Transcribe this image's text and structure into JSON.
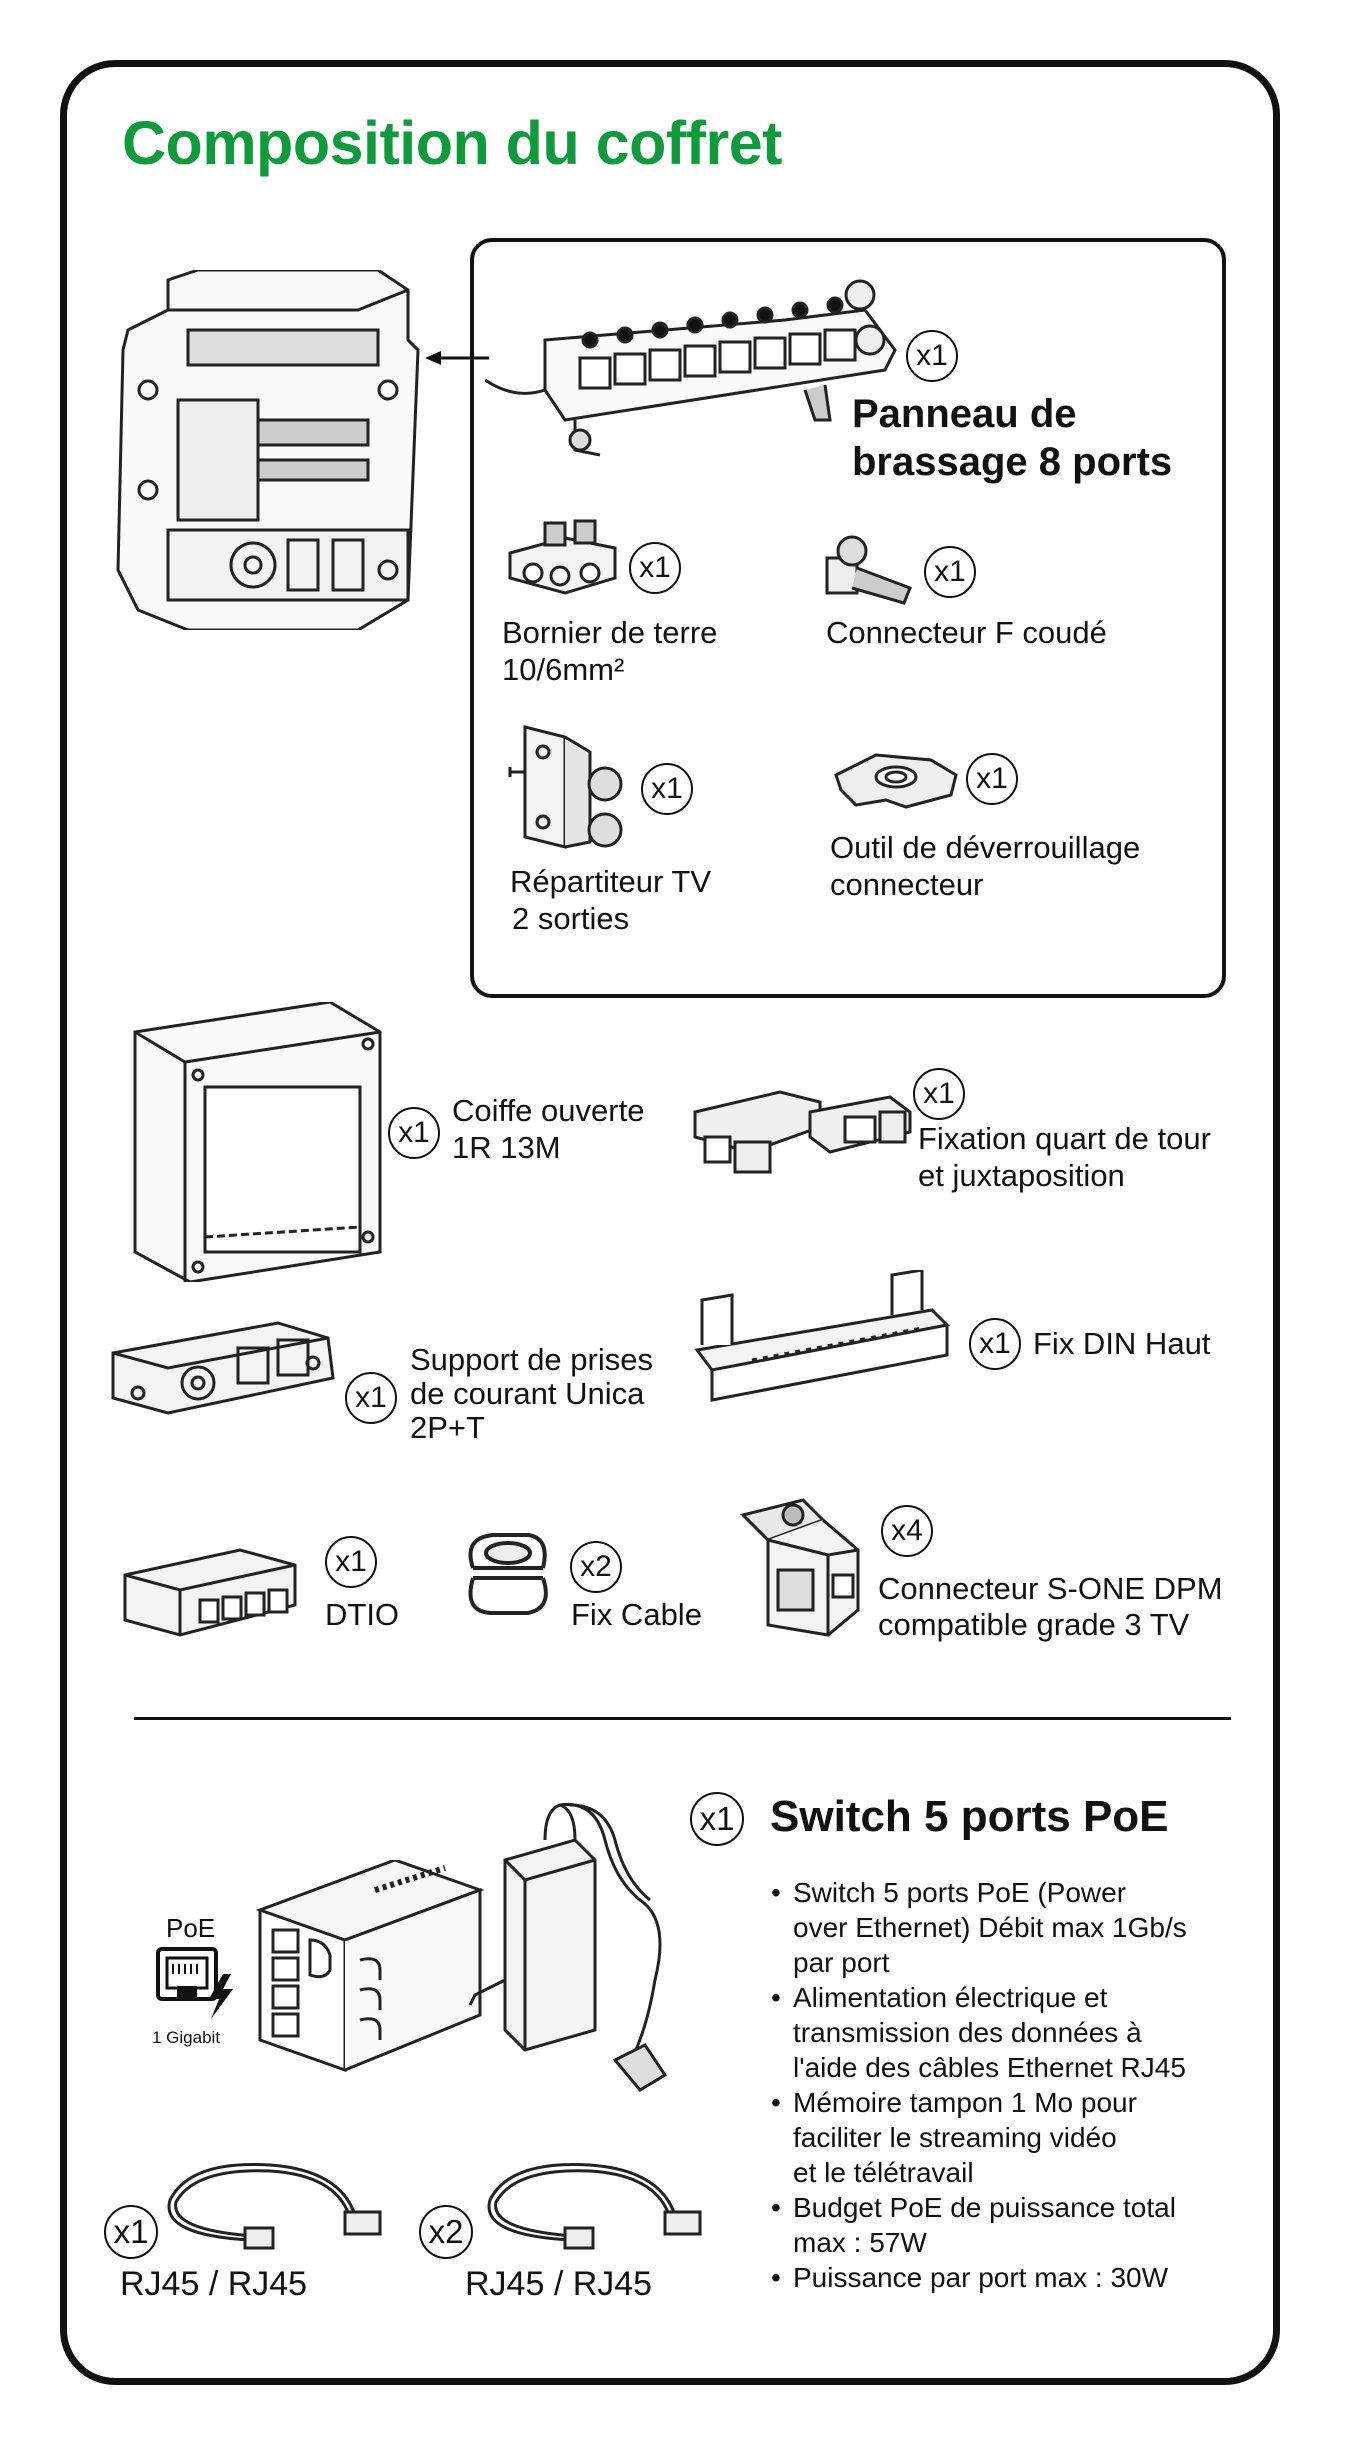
{
  "title": "Composition du coffret",
  "panel": {
    "main_label": "Panneau de brassage 8 ports",
    "main_qty": "x1",
    "items": {
      "bornier": {
        "label_1": "Bornier de terre",
        "label_2": "10/6mm²",
        "qty": "x1"
      },
      "connecteur_f": {
        "label_1": "Connecteur F coudé",
        "qty": "x1"
      },
      "repartiteur": {
        "label_1": "Répartiteur TV",
        "label_2": "2 sorties",
        "qty": "x1"
      },
      "outil": {
        "label_1": "Outil de déverrouillage",
        "label_2": "connecteur",
        "qty": "x1"
      }
    }
  },
  "items": {
    "coiffe": {
      "label_1": "Coiffe ouverte",
      "label_2": "1R 13M",
      "qty": "x1"
    },
    "fixation": {
      "label_1": "Fixation quart de tour",
      "label_2": "et juxtaposition",
      "qty": "x1"
    },
    "support": {
      "label_1": "Support de prises",
      "label_2": "de courant Unica",
      "label_3": "2P+T",
      "qty": "x1"
    },
    "fix_din": {
      "label_1": "Fix DIN Haut",
      "qty": "x1"
    },
    "dtio": {
      "label_1": "DTIO",
      "qty": "x1"
    },
    "fix_cable": {
      "label_1": "Fix Cable",
      "qty": "x2"
    },
    "sone": {
      "label_1": "Connecteur S-ONE DPM",
      "label_2": "compatible grade 3 TV",
      "qty": "x4"
    }
  },
  "switch": {
    "qty": "x1",
    "title": "Switch 5 ports PoE",
    "poe_label": "PoE",
    "gigabit_label": "1 Gigabit",
    "bullets": [
      {
        "line_1": "Switch 5 ports PoE (Power",
        "line_2": "over Ethernet) Débit max 1Gb/s",
        "line_3": "par port"
      },
      {
        "line_1": "Alimentation électrique et",
        "line_2": "transmission des données à",
        "line_3": "l'aide des câbles Ethernet RJ45"
      },
      {
        "line_1": "Mémoire tampon 1 Mo pour",
        "line_2": "faciliter le streaming vidéo",
        "line_3": "et le télétravail"
      },
      {
        "line_1": "Budget PoE de puissance total",
        "line_2": "max : 57W"
      },
      {
        "line_1": "Puissance par port max : 30W"
      }
    ]
  },
  "cables": [
    {
      "label": "RJ45 / RJ45",
      "qty": "x1"
    },
    {
      "label": "RJ45 / RJ45",
      "qty": "x2"
    }
  ],
  "colors": {
    "title_green": "#0f9a3c",
    "ink": "#111111"
  }
}
